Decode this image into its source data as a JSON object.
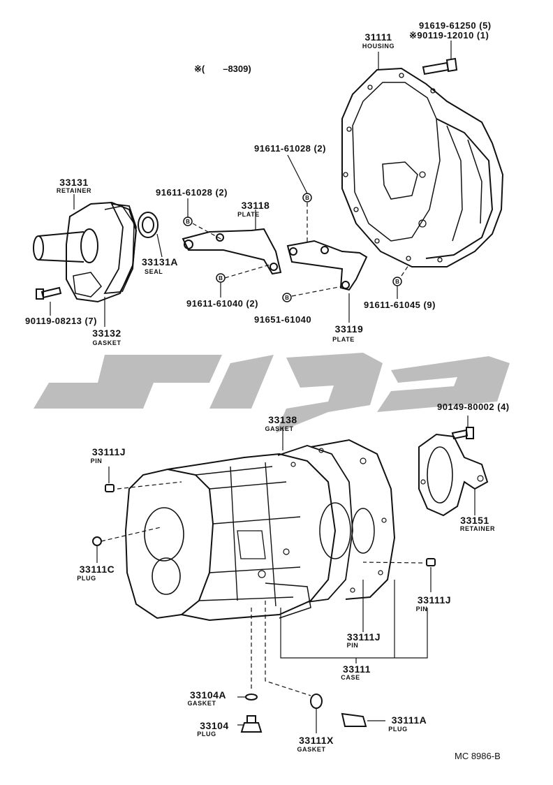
{
  "note": {
    "symbol": "※",
    "text": "※(　　–8309)"
  },
  "footer_code": "MC  8986-B",
  "parts": {
    "housing": {
      "number": "31111",
      "name": "HOUSING"
    },
    "housing_bolt_a": {
      "number": "91619-61250 (5)"
    },
    "housing_bolt_b": {
      "number": "※90119-12010 (1)"
    },
    "retainer_front": {
      "number": "33131",
      "name": "RETAINER"
    },
    "bolt_plate_upper": {
      "number": "91611-61028 (2)"
    },
    "plate_33118": {
      "number": "33118",
      "name": "PLATE"
    },
    "bolt_plate_right": {
      "number": "91611-61028 (2)"
    },
    "seal": {
      "number": "33131A",
      "name": "SEAL"
    },
    "bolt_retainer": {
      "number": "90119-08213 (7)"
    },
    "gasket_front": {
      "number": "33132",
      "name": "GASKET"
    },
    "bolt_plate_lower": {
      "number": "91611-61040 (2)"
    },
    "bolt_91651": {
      "number": "91651-61040"
    },
    "plate_33119": {
      "number": "33119",
      "name": "PLATE"
    },
    "bolt_housing": {
      "number": "91611-61045 (9)"
    },
    "bolt_rear_retainer": {
      "number": "90149-80002 (4)"
    },
    "gasket_case": {
      "number": "33138",
      "name": "GASKET"
    },
    "pin_left": {
      "number": "33111J",
      "name": "PIN"
    },
    "retainer_rear": {
      "number": "33151",
      "name": "RETAINER"
    },
    "plug_c": {
      "number": "33111C",
      "name": "PLUG"
    },
    "pin_right": {
      "number": "33111J",
      "name": "PIN"
    },
    "pin_center": {
      "number": "33111J",
      "name": "PIN"
    },
    "case": {
      "number": "33111",
      "name": "CASE"
    },
    "gasket_plug": {
      "number": "33104A",
      "name": "GASKET"
    },
    "plug_drain": {
      "number": "33104",
      "name": "PLUG"
    },
    "gasket_x": {
      "number": "33111X",
      "name": "GASKET"
    },
    "plug_a": {
      "number": "33111A",
      "name": "PLUG"
    }
  }
}
